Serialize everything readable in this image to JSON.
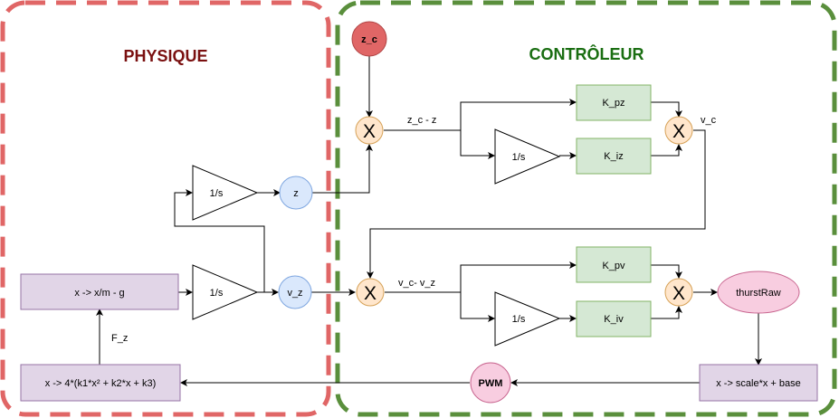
{
  "regions": {
    "physique": {
      "title": "PHYSIQUE",
      "title_color": "#7a1010",
      "border_color": "#e06666"
    },
    "controleur": {
      "title": "CONTRÔLEUR",
      "title_color": "#1a6e12",
      "border_color": "#5a8f3c"
    }
  },
  "nodes": {
    "z_c": "z_c",
    "z": "z",
    "v_z": "v_z",
    "thurstRaw": "thurstRaw",
    "pwm": "PWM",
    "sum_symbol": "X",
    "integrator_label": "1/s",
    "gain_kpz": "K_pz",
    "gain_kiz": "K_iz",
    "gain_kpv": "K_pv",
    "gain_kiv": "K_iv",
    "fn_accel": "x -> x/m - g",
    "fn_force": "x -> 4*(k1*x² + k2*x + k3)",
    "fn_scale": "x -> scale*x + base"
  },
  "edge_labels": {
    "z_err": "z_c - z",
    "v_c": "v_c",
    "v_err": "v_c- v_z",
    "f_z": "F_z"
  },
  "colors": {
    "sum_fill": "#ffe6cc",
    "sum_stroke": "#d6a156",
    "state_fill": "#dae8fc",
    "state_stroke": "#7ea6e0",
    "gain_fill": "#d5e8d4",
    "gain_stroke": "#82b366",
    "fn_fill": "#e1d5e7",
    "fn_stroke": "#9673a6",
    "signal_fill": "#f8cde0",
    "signal_stroke": "#c8658f",
    "setpoint_fill": "#e06666",
    "setpoint_stroke": "#b04545"
  }
}
